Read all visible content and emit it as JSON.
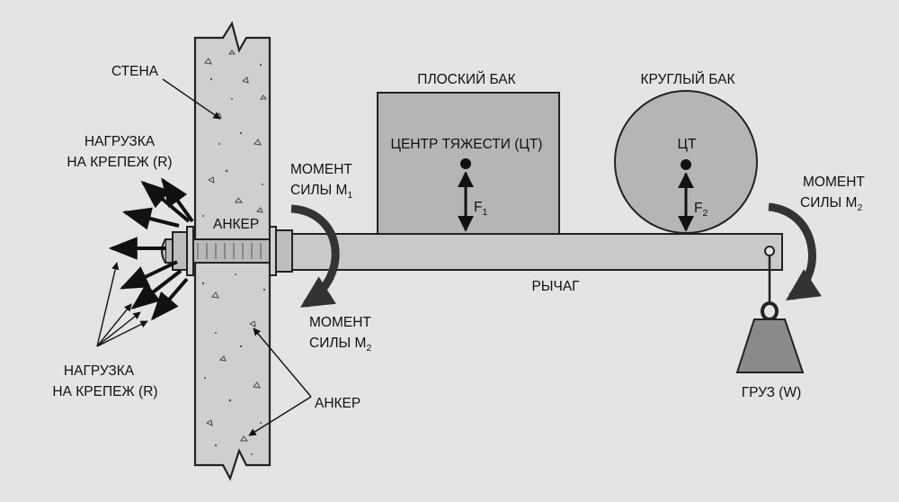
{
  "labels": {
    "wall": "СТЕНА",
    "load_top_line1": "НАГРУЗКА",
    "load_top_line2": "НА КРЕПЕЖ (R)",
    "load_bottom_line1": "НАГРУЗКА",
    "load_bottom_line2": "НА КРЕПЕЖ (R)",
    "anchor_top": "АНКЕР",
    "anchor_bottom": "АНКЕР",
    "moment_m1_line1": "МОМЕНТ",
    "moment_m1_line2": "СИЛЫ М",
    "moment_m1_sub": "1",
    "moment_m2_left_line1": "МОМЕНТ",
    "moment_m2_left_line2": "СИЛЫ М",
    "moment_m2_left_sub": "2",
    "moment_m2_right_line1": "МОМЕНТ",
    "moment_m2_right_line2": "СИЛЫ М",
    "moment_m2_right_sub": "2",
    "flat_tank": "ПЛОСКИЙ БАК",
    "center_gravity": "ЦЕНТР ТЯЖЕСТИ (ЦТ)",
    "force_f1": "F",
    "force_f1_sub": "1",
    "round_tank": "КРУГЛЫЙ БАК",
    "cg_short": "ЦТ",
    "force_f2": "F",
    "force_f2_sub": "2",
    "lever": "РЫЧАГ",
    "weight": "ГРУЗ (W)"
  },
  "colors": {
    "background": "#e4e4e4",
    "wall_fill": "#cfcfcf",
    "tank_fill": "#b5b5b5",
    "lever_fill": "#c9c9c9",
    "weight_fill": "#8a8a8a",
    "ink": "#111111"
  }
}
